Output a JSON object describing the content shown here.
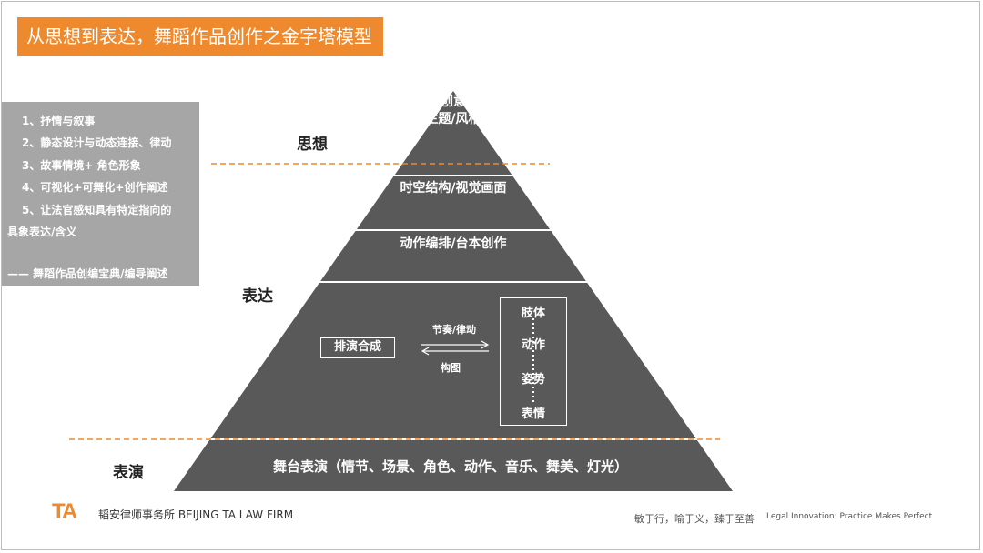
{
  "title": "从思想到表达，舞蹈作品创作之金字塔模型",
  "list": {
    "items": [
      "1、抒情与叙事",
      "2、静态设计与动态连接、律动",
      "3、故事情境+ 角色形象",
      "4、可视化+可舞化+创作阐述",
      "5、让法官感知具有特定指向的",
      "具象表达/含义"
    ],
    "credit": "—— 舞蹈作品创编宝典/编导阐述"
  },
  "side_labels": {
    "thought": "思想",
    "expression": "表达",
    "performance": "表演"
  },
  "pyramid": {
    "apex": {
      "line1": "创意",
      "line2": "主题/风格"
    },
    "tier2": "时空结构/视觉画面",
    "tier3": "动作编排/台本创作",
    "rehearsal": "排演合成",
    "arrow_top": "节奏/律动",
    "arrow_bottom": "构图",
    "elements": [
      "肢体",
      "动作",
      "姿势",
      "表情"
    ],
    "base": "舞台表演（情节、场景、角色、动作、音乐、舞美、灯光）"
  },
  "colors": {
    "accent": "#ee8a2d",
    "pyramid_fill": "#595959",
    "sidebar": "#a6a6a6"
  },
  "footer": {
    "logo": "TA",
    "firm": "韬安律师事务所  BEIJING TA LAW FIRM",
    "motto_cn": "敏于行，喻于义，臻于至善",
    "motto_en": "Legal Innovation: Practice Makes Perfect"
  }
}
